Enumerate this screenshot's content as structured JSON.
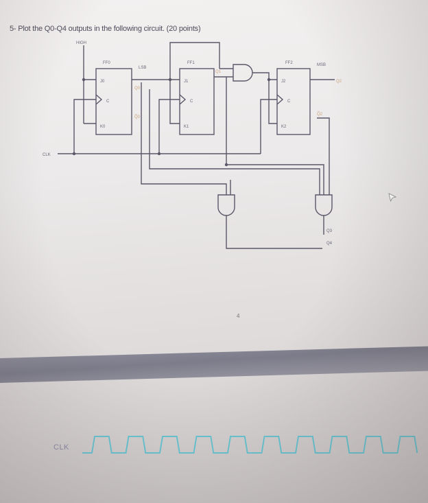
{
  "question": {
    "text": "5- Plot the Q0-Q4 outputs in the following circuit. (20 points)"
  },
  "circuit": {
    "high_label": "HIGH",
    "clk_label": "CLK",
    "lsb_label": "LSB",
    "msb_label": "MSB",
    "flipflops": [
      {
        "name": "FF0",
        "j": "J0",
        "k": "K0",
        "c": "C",
        "q": "Q0",
        "qbar": "Q̅0"
      },
      {
        "name": "FF1",
        "j": "J1",
        "k": "K1",
        "c": "C",
        "q": "Q1"
      },
      {
        "name": "FF2",
        "j": "J2",
        "k": "K2",
        "c": "C",
        "q": "Q2",
        "qbar": "Q̅2"
      }
    ],
    "outputs": {
      "q3": "Q3",
      "q4": "Q4"
    }
  },
  "page_number": "4",
  "timing": {
    "clk_label": "CLK",
    "pulse_count": 10
  },
  "colors": {
    "wire": "#5b5668",
    "accent_label": "#c9a37e",
    "waveform": "#66c6d3"
  }
}
